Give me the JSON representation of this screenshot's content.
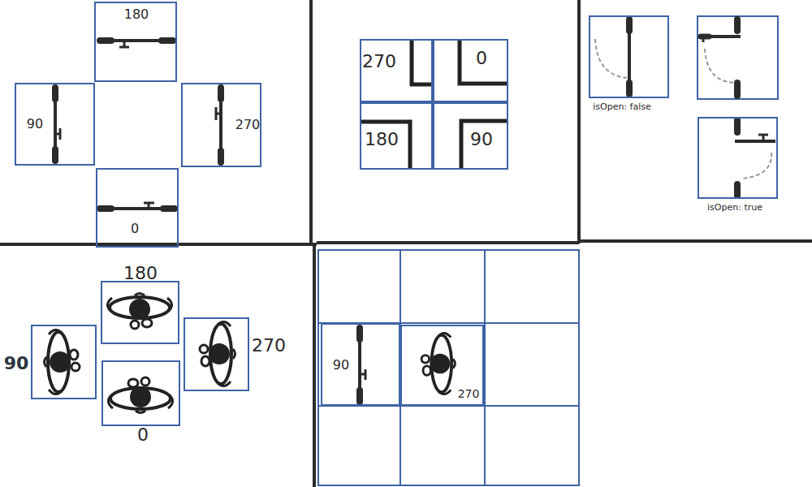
{
  "diagram": {
    "nodes": [
      {
        "text": [
          "180"
        ]
      },
      {
        "text": [
          "90"
        ]
      },
      {
        "text": [
          "270"
        ]
      },
      {
        "text": [
          "0"
        ]
      },
      {
        "text": [
          "270"
        ]
      },
      {
        "text": [
          "0"
        ]
      },
      {
        "text": [
          "180"
        ]
      },
      {
        "text": [
          "90"
        ]
      },
      {
        "text": [
          "isOpen: false"
        ]
      },
      {
        "text": [
          "isOpen: true"
        ]
      },
      {
        "text": [
          "180"
        ]
      },
      {
        "text": [
          "90"
        ]
      },
      {
        "text": [
          "270"
        ]
      },
      {
        "text": [
          "0"
        ]
      },
      {
        "text": [
          "90"
        ]
      },
      {
        "text": [
          "270"
        ]
      }
    ]
  }
}
